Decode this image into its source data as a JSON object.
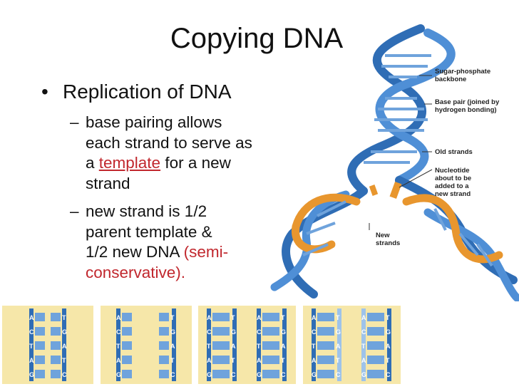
{
  "slide": {
    "title": "Copying DNA",
    "bullet_marker": "•",
    "dash_marker": "–",
    "bullet": "Replication of DNA",
    "sub1": {
      "line1": "base pairing allows",
      "line2": "each strand to serve as",
      "line3_pre": "a ",
      "line3_link": "template",
      "line3_post": " for a new",
      "line4": "strand"
    },
    "sub2": {
      "line1": "new strand is 1/2",
      "line2": "parent template &",
      "line3_pre": "1/2 new DNA ",
      "line3_red": "(semi-",
      "line4_red": "conservative)."
    }
  },
  "figure": {
    "labels": {
      "backbone_1": "Sugar-phosphate",
      "backbone_2": "backbone",
      "basepair_1": "Base pair (joined by",
      "basepair_2": "hydrogen bonding)",
      "old_strands": "Old strands",
      "nucleotide_1": "Nucleotide",
      "nucleotide_2": "about to be",
      "nucleotide_3": "added to a",
      "nucleotide_4": "new strand",
      "new_1": "New",
      "new_2": "strands"
    },
    "panels": [
      {
        "pairs": [
          [
            "A",
            "T"
          ],
          [
            "C",
            "G"
          ],
          [
            "T",
            "A"
          ],
          [
            "A",
            "T"
          ],
          [
            "G",
            "C"
          ]
        ]
      },
      {
        "pairs": [
          [
            "A",
            "T"
          ],
          [
            "C",
            "G"
          ],
          [
            "T",
            "A"
          ],
          [
            "A",
            "T"
          ],
          [
            "G",
            "C"
          ]
        ]
      },
      {
        "pairs": [
          [
            "A",
            "T"
          ],
          [
            "C",
            "G"
          ],
          [
            "T",
            "A"
          ],
          [
            "A",
            "T"
          ],
          [
            "G",
            "C"
          ]
        ]
      },
      {
        "pairs": [
          [
            "A",
            "T"
          ],
          [
            "C",
            "G"
          ],
          [
            "T",
            "A"
          ],
          [
            "A",
            "T"
          ],
          [
            "G",
            "C"
          ]
        ]
      }
    ],
    "colors": {
      "old_strand": "#2f6db5",
      "new_strand": "#e8962e",
      "base": "#6fa3dc",
      "panel_bg": "#f6e7a9"
    }
  }
}
